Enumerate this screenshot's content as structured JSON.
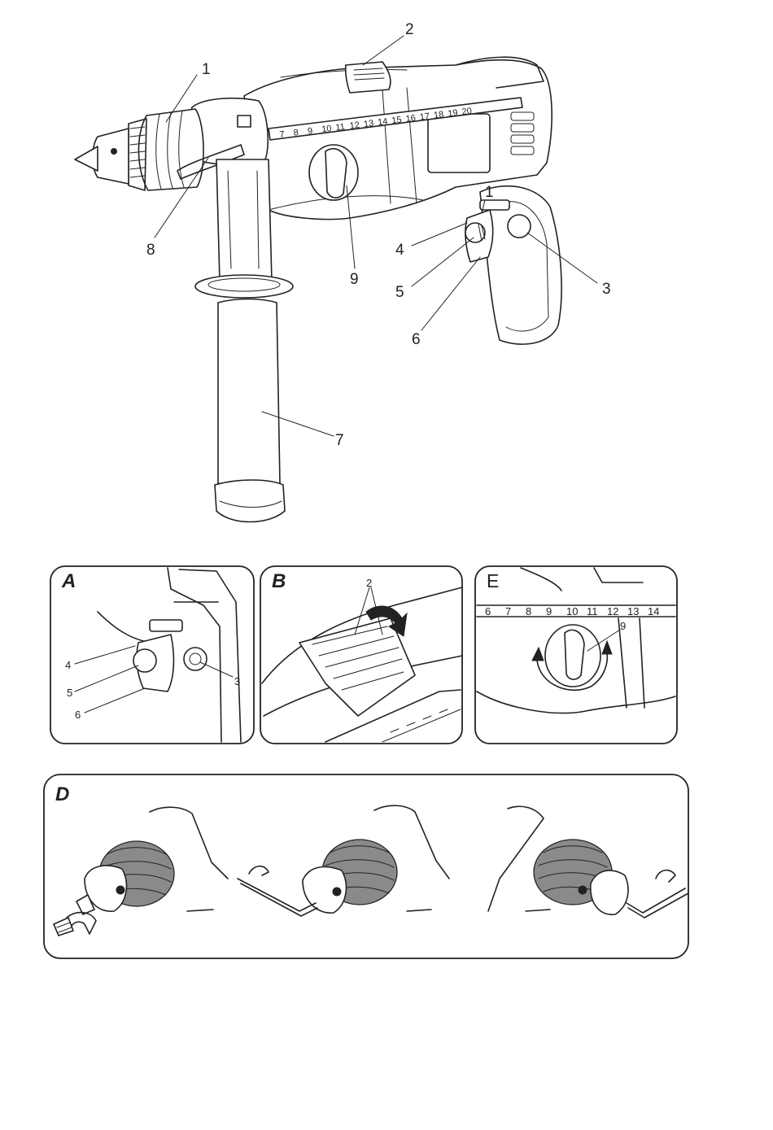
{
  "main_callouts": {
    "c1_chuck": "1",
    "c2_top": "2",
    "c1_trigger": "1",
    "c3": "3",
    "c4": "4",
    "c5": "5",
    "c6": "6",
    "c7": "7",
    "c8": "8",
    "c9": "9"
  },
  "main_depth_scale": [
    "7",
    "8",
    "9",
    "10",
    "11",
    "12",
    "13",
    "14",
    "15",
    "16",
    "17",
    "18",
    "19",
    "20"
  ],
  "panel_a": {
    "letter": "A",
    "callouts": {
      "c3": "3",
      "c4": "4",
      "c5": "5",
      "c6": "6"
    }
  },
  "panel_b": {
    "letter": "B",
    "callouts": {
      "c2": "2"
    }
  },
  "panel_e": {
    "letter": "E",
    "callouts": {
      "c9": "9"
    },
    "scale": [
      "6",
      "7",
      "8",
      "9",
      "10",
      "11",
      "12",
      "13",
      "14"
    ]
  },
  "panel_d": {
    "letter": "D"
  }
}
